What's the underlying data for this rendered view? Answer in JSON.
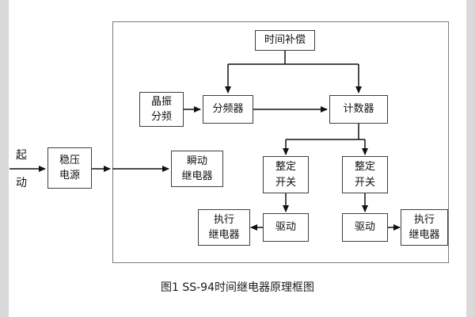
{
  "caption": "图1  SS-94时间继电器原理框图",
  "blocks": {
    "time_compensation": "时间补偿",
    "crystal": {
      "line1": "晶振",
      "line2": "分频"
    },
    "divider": "分频器",
    "counter": "计数器",
    "instant_relay": {
      "line1": "瞬动",
      "line2": "继电器"
    },
    "setting_switch": {
      "line1": "整定",
      "line2": "开关"
    },
    "drive": "驱动",
    "exec_relay": {
      "line1": "执行",
      "line2": "继电器"
    },
    "power": {
      "line1": "稳压",
      "line2": "电源"
    },
    "start": {
      "line1": "起",
      "line2": "动"
    }
  },
  "colors": {
    "background": "#ffffff",
    "side_strip": "#d9d9d9",
    "box_border": "#3f3f3f",
    "frame_border": "#7a7a7a",
    "arrow_line": "#111111",
    "text": "#111111"
  }
}
